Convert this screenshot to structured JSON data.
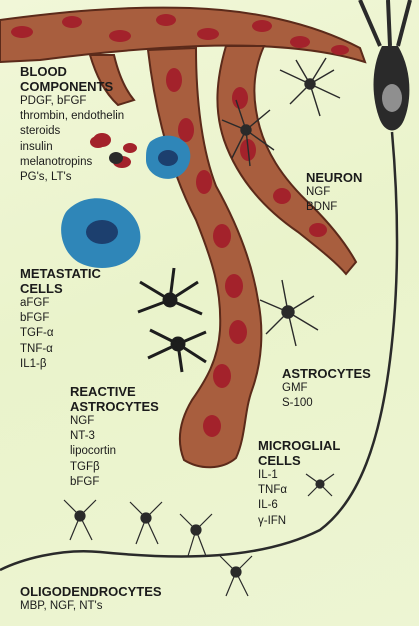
{
  "groups": {
    "blood": {
      "title": "BLOOD\nCOMPONENTS",
      "items": [
        "PDGF, bFGF",
        "thrombin, endothelin",
        "steroids",
        "insulin",
        "melanotropins",
        "PG's, LT's"
      ]
    },
    "neuron": {
      "title": "NEURON",
      "items": [
        "NGF",
        "BDNF"
      ]
    },
    "metastatic": {
      "title": "METASTATIC\nCELLS",
      "items": [
        "aFGF",
        "bFGF",
        "TGF-α",
        "TNF-α",
        "IL1-β"
      ]
    },
    "astrocytes": {
      "title": "ASTROCYTES",
      "items": [
        "GMF",
        "S-100"
      ]
    },
    "reactive": {
      "title": "REACTIVE\nASTROCYTES",
      "items": [
        "NGF",
        "NT-3",
        "lipocortin",
        "TGFβ",
        "bFGF"
      ]
    },
    "microglial": {
      "title": "MICROGLIAL\nCELLS",
      "items": [
        "IL-1",
        "TNFα",
        "IL-6",
        "γ-IFN"
      ]
    },
    "oligo": {
      "title": "OLIGODENDROCYTES",
      "items": [
        "MBP, NGF, NT's"
      ]
    }
  },
  "colors": {
    "background": "#eef5d2",
    "vessel": "#a85e3e",
    "blood_cell": "#a3222b",
    "neuron": "#2a2a2a",
    "metastatic_cell": "#2f86b8"
  }
}
